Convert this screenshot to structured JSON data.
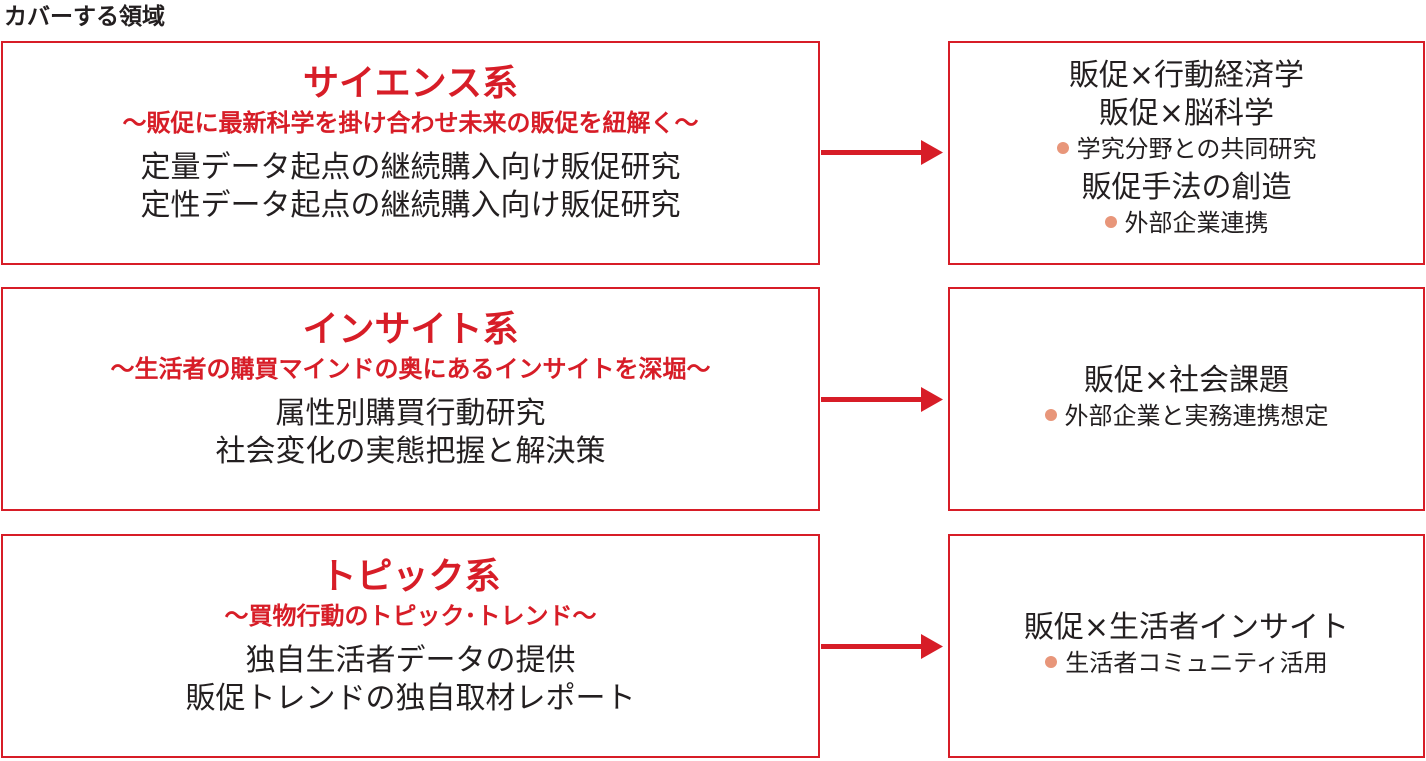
{
  "heading": "カバーする領域",
  "rows": [
    {
      "title": "サイエンス系",
      "subtitle": "～販促に最新科学を掛け合わせ未来の販促を紐解く～",
      "items": [
        "定量データ起点の継続購入向け販促研究",
        "定性データ起点の継続購入向け販促研究"
      ],
      "right": {
        "lines": [
          "販促×行動経済学",
          "販促×脳科学"
        ],
        "note1": "学究分野との共同研究",
        "main2": "販促手法の創造",
        "note2": "外部企業連携"
      }
    },
    {
      "title": "インサイト系",
      "subtitle": "～生活者の購買マインドの奥にあるインサイトを深堀～",
      "items": [
        "属性別購買行動研究",
        "社会変化の実態把握と解決策"
      ],
      "right": {
        "main": "販促×社会課題",
        "note": "外部企業と実務連携想定"
      }
    },
    {
      "title": "トピック系",
      "subtitle": "～買物行動のトピック･トレンド～",
      "items": [
        "独自生活者データの提供",
        "販促トレンドの独自取材レポート"
      ],
      "right": {
        "main": "販促×生活者インサイト",
        "note": "生活者コミュニティ活用"
      }
    }
  ],
  "colors": {
    "accent": "#d71d27",
    "bullet": "#e8967a",
    "text": "#231f20"
  }
}
